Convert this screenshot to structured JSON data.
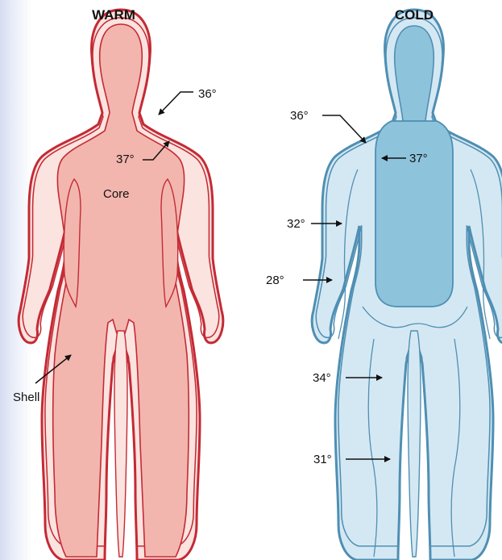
{
  "titles": {
    "warm": "WARM",
    "cold": "COLD"
  },
  "warm_labels": {
    "outer": "36°",
    "inner": "37°",
    "core": "Core",
    "shell": "Shell"
  },
  "cold_labels": {
    "shoulder": "36°",
    "core": "37°",
    "upper_arm": "32°",
    "forearm": "28°",
    "thigh": "34°",
    "calf": "31°"
  },
  "colors": {
    "warm_outline": "#c42a35",
    "warm_fill": "#f2b6ae",
    "warm_shell": "#fbe3df",
    "cold_outline": "#4f8fb3",
    "cold_core": "#8ec3dc",
    "cold_shell": "#d4e8f3"
  }
}
